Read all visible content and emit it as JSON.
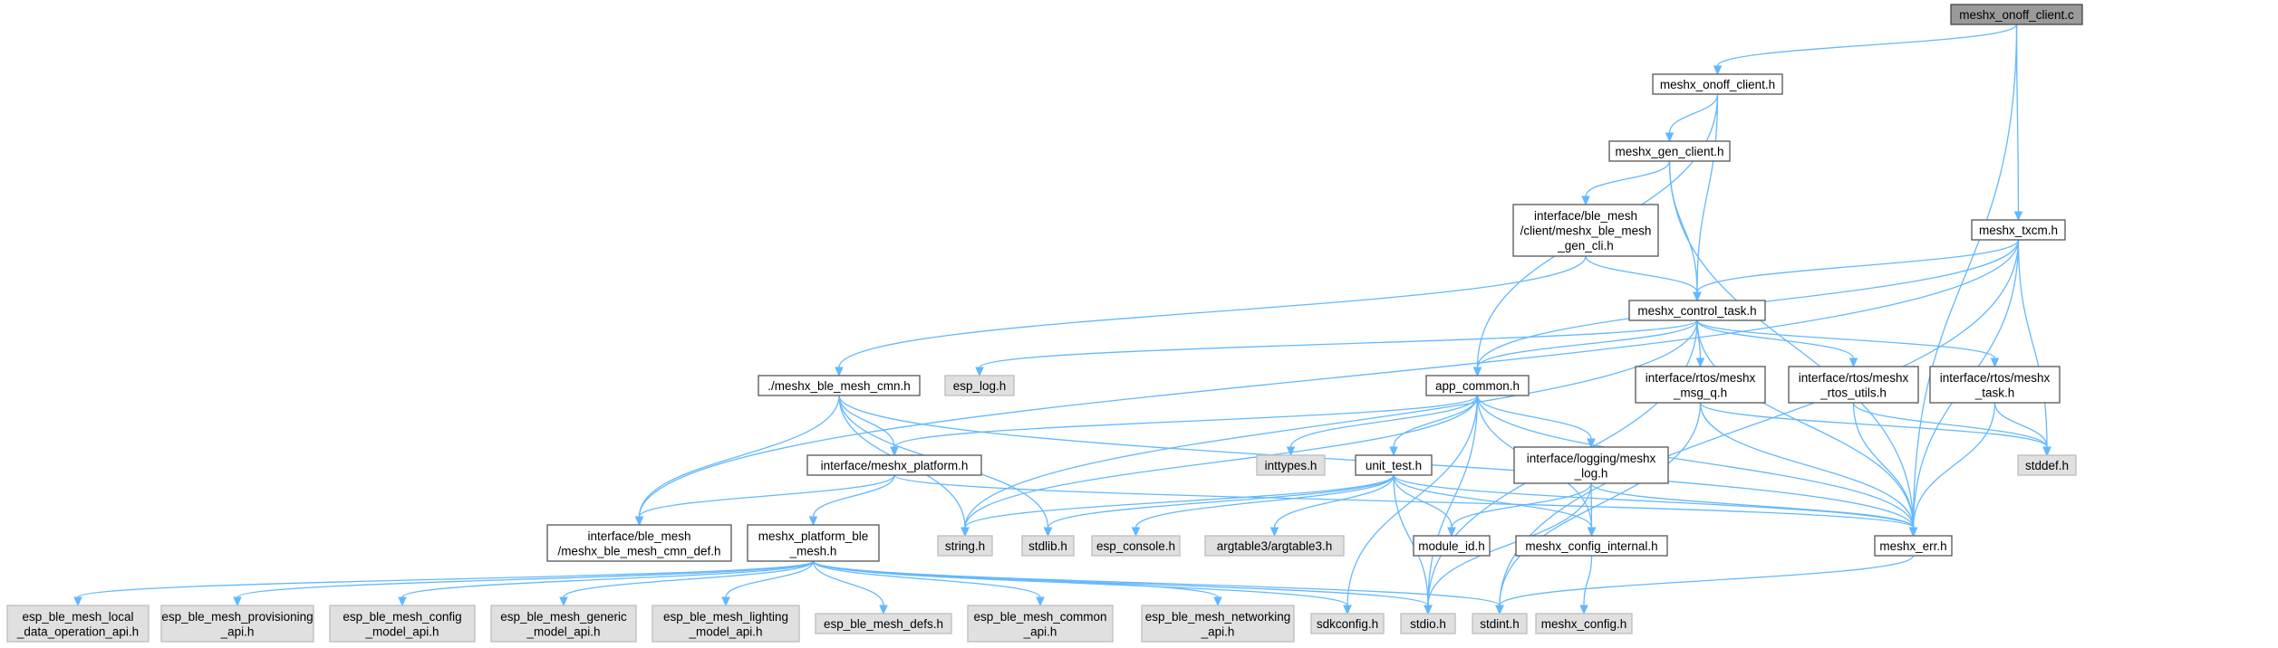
{
  "colors": {
    "edge": "#63b8ff",
    "source_fill": "#9a9a9a",
    "header_fill": "#ffffff",
    "system_fill": "#e0e0e0",
    "border": "#666666"
  },
  "nodes": [
    {
      "id": "onoff_c",
      "kind": "source",
      "lines": [
        "meshx_onoff_client.c"
      ]
    },
    {
      "id": "onoff_h",
      "kind": "header",
      "lines": [
        "meshx_onoff_client.h"
      ]
    },
    {
      "id": "gen_client",
      "kind": "header",
      "lines": [
        "meshx_gen_client.h"
      ]
    },
    {
      "id": "ble_gen_cli",
      "kind": "header",
      "lines": [
        "interface/ble_mesh",
        "/client/meshx_ble_mesh",
        "_gen_cli.h"
      ]
    },
    {
      "id": "txcm",
      "kind": "header",
      "lines": [
        "meshx_txcm.h"
      ]
    },
    {
      "id": "control_task",
      "kind": "header",
      "lines": [
        "meshx_control_task.h"
      ]
    },
    {
      "id": "ble_mesh_cmn",
      "kind": "header",
      "lines": [
        "./meshx_ble_mesh_cmn.h"
      ]
    },
    {
      "id": "esp_log",
      "kind": "system",
      "lines": [
        "esp_log.h"
      ]
    },
    {
      "id": "app_common",
      "kind": "header",
      "lines": [
        "app_common.h"
      ]
    },
    {
      "id": "msg_q",
      "kind": "header",
      "lines": [
        "interface/rtos/meshx",
        "_msg_q.h"
      ]
    },
    {
      "id": "rtos_utils",
      "kind": "header",
      "lines": [
        "interface/rtos/meshx",
        "_rtos_utils.h"
      ]
    },
    {
      "id": "rtos_task",
      "kind": "header",
      "lines": [
        "interface/rtos/meshx",
        "_task.h"
      ]
    },
    {
      "id": "platform",
      "kind": "header",
      "lines": [
        "interface/meshx_platform.h"
      ]
    },
    {
      "id": "inttypes",
      "kind": "system",
      "lines": [
        "inttypes.h"
      ]
    },
    {
      "id": "unit_test",
      "kind": "header",
      "lines": [
        "unit_test.h"
      ]
    },
    {
      "id": "logging",
      "kind": "header",
      "lines": [
        "interface/logging/meshx",
        "_log.h"
      ]
    },
    {
      "id": "stddef",
      "kind": "system",
      "lines": [
        "stddef.h"
      ]
    },
    {
      "id": "cmn_def",
      "kind": "header",
      "lines": [
        "interface/ble_mesh",
        "/meshx_ble_mesh_cmn_def.h"
      ]
    },
    {
      "id": "platform_ble",
      "kind": "header",
      "lines": [
        "meshx_platform_ble",
        "_mesh.h"
      ]
    },
    {
      "id": "string",
      "kind": "system",
      "lines": [
        "string.h"
      ]
    },
    {
      "id": "stdlib",
      "kind": "system",
      "lines": [
        "stdlib.h"
      ]
    },
    {
      "id": "esp_console",
      "kind": "system",
      "lines": [
        "esp_console.h"
      ]
    },
    {
      "id": "argtable3",
      "kind": "system",
      "lines": [
        "argtable3/argtable3.h"
      ]
    },
    {
      "id": "module_id",
      "kind": "header",
      "lines": [
        "module_id.h"
      ]
    },
    {
      "id": "config_internal",
      "kind": "header",
      "lines": [
        "meshx_config_internal.h"
      ]
    },
    {
      "id": "meshx_err",
      "kind": "header",
      "lines": [
        "meshx_err.h"
      ]
    },
    {
      "id": "local_data",
      "kind": "system",
      "lines": [
        "esp_ble_mesh_local",
        "_data_operation_api.h"
      ]
    },
    {
      "id": "provisioning",
      "kind": "system",
      "lines": [
        "esp_ble_mesh_provisioning",
        "_api.h"
      ]
    },
    {
      "id": "config_model",
      "kind": "system",
      "lines": [
        "esp_ble_mesh_config",
        "_model_api.h"
      ]
    },
    {
      "id": "generic_model",
      "kind": "system",
      "lines": [
        "esp_ble_mesh_generic",
        "_model_api.h"
      ]
    },
    {
      "id": "lighting_model",
      "kind": "system",
      "lines": [
        "esp_ble_mesh_lighting",
        "_model_api.h"
      ]
    },
    {
      "id": "mesh_defs",
      "kind": "system",
      "lines": [
        "esp_ble_mesh_defs.h"
      ]
    },
    {
      "id": "common_api",
      "kind": "system",
      "lines": [
        "esp_ble_mesh_common",
        "_api.h"
      ]
    },
    {
      "id": "networking_api",
      "kind": "system",
      "lines": [
        "esp_ble_mesh_networking",
        "_api.h"
      ]
    },
    {
      "id": "sdkconfig",
      "kind": "system",
      "lines": [
        "sdkconfig.h"
      ]
    },
    {
      "id": "stdio",
      "kind": "system",
      "lines": [
        "stdio.h"
      ]
    },
    {
      "id": "stdint",
      "kind": "system",
      "lines": [
        "stdint.h"
      ]
    },
    {
      "id": "meshx_config",
      "kind": "system",
      "lines": [
        "meshx_config.h"
      ]
    }
  ],
  "edges": [
    [
      "onoff_c",
      "onoff_h"
    ],
    [
      "onoff_c",
      "txcm"
    ],
    [
      "onoff_c",
      "meshx_err"
    ],
    [
      "onoff_h",
      "gen_client"
    ],
    [
      "onoff_h",
      "app_common"
    ],
    [
      "onoff_h",
      "control_task"
    ],
    [
      "gen_client",
      "ble_gen_cli"
    ],
    [
      "gen_client",
      "control_task"
    ],
    [
      "gen_client",
      "meshx_err"
    ],
    [
      "ble_gen_cli",
      "control_task"
    ],
    [
      "ble_gen_cli",
      "ble_mesh_cmn"
    ],
    [
      "txcm",
      "control_task"
    ],
    [
      "txcm",
      "app_common"
    ],
    [
      "txcm",
      "cmn_def"
    ],
    [
      "txcm",
      "stddef"
    ],
    [
      "txcm",
      "meshx_err"
    ],
    [
      "txcm",
      "stdint"
    ],
    [
      "control_task",
      "esp_log"
    ],
    [
      "control_task",
      "app_common"
    ],
    [
      "control_task",
      "msg_q"
    ],
    [
      "control_task",
      "rtos_utils"
    ],
    [
      "control_task",
      "rtos_task"
    ],
    [
      "control_task",
      "string"
    ],
    [
      "control_task",
      "stdio"
    ],
    [
      "control_task",
      "meshx_err"
    ],
    [
      "ble_mesh_cmn",
      "platform"
    ],
    [
      "ble_mesh_cmn",
      "cmn_def"
    ],
    [
      "ble_mesh_cmn",
      "string"
    ],
    [
      "ble_mesh_cmn",
      "stdlib"
    ],
    [
      "ble_mesh_cmn",
      "meshx_err"
    ],
    [
      "app_common",
      "platform"
    ],
    [
      "app_common",
      "inttypes"
    ],
    [
      "app_common",
      "unit_test"
    ],
    [
      "app_common",
      "logging"
    ],
    [
      "app_common",
      "string"
    ],
    [
      "app_common",
      "sdkconfig"
    ],
    [
      "app_common",
      "stdio"
    ],
    [
      "app_common",
      "meshx_err"
    ],
    [
      "app_common",
      "config_internal"
    ],
    [
      "msg_q",
      "stddef"
    ],
    [
      "msg_q",
      "meshx_err"
    ],
    [
      "msg_q",
      "stdint"
    ],
    [
      "rtos_utils",
      "stddef"
    ],
    [
      "rtos_utils",
      "meshx_err"
    ],
    [
      "rtos_task",
      "stddef"
    ],
    [
      "rtos_task",
      "meshx_err"
    ],
    [
      "platform",
      "cmn_def"
    ],
    [
      "platform",
      "platform_ble"
    ],
    [
      "platform",
      "meshx_err"
    ],
    [
      "unit_test",
      "string"
    ],
    [
      "unit_test",
      "stdlib"
    ],
    [
      "unit_test",
      "esp_console"
    ],
    [
      "unit_test",
      "argtable3"
    ],
    [
      "unit_test",
      "module_id"
    ],
    [
      "unit_test",
      "config_internal"
    ],
    [
      "unit_test",
      "meshx_err"
    ],
    [
      "unit_test",
      "stdio"
    ],
    [
      "logging",
      "module_id"
    ],
    [
      "logging",
      "config_internal"
    ],
    [
      "logging",
      "stdio"
    ],
    [
      "logging",
      "meshx_err"
    ],
    [
      "platform_ble",
      "local_data"
    ],
    [
      "platform_ble",
      "provisioning"
    ],
    [
      "platform_ble",
      "config_model"
    ],
    [
      "platform_ble",
      "generic_model"
    ],
    [
      "platform_ble",
      "lighting_model"
    ],
    [
      "platform_ble",
      "mesh_defs"
    ],
    [
      "platform_ble",
      "common_api"
    ],
    [
      "platform_ble",
      "networking_api"
    ],
    [
      "platform_ble",
      "sdkconfig"
    ],
    [
      "platform_ble",
      "stdio"
    ],
    [
      "platform_ble",
      "stdint"
    ],
    [
      "config_internal",
      "meshx_config"
    ],
    [
      "meshx_err",
      "stdint"
    ]
  ]
}
